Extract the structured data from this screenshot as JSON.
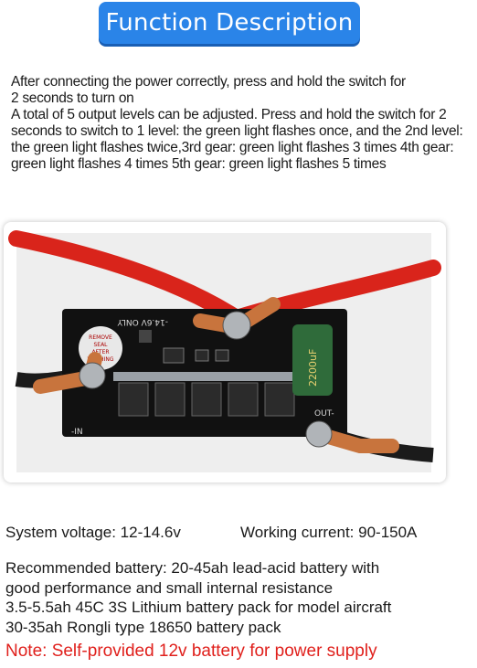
{
  "header": {
    "title": "Function Description"
  },
  "description": {
    "line1": "After connecting the power correctly, press and hold the switch for",
    "line2": "2 seconds to turn on",
    "paragraph2": "A total of 5 output levels can be adjusted. Press and hold the switch for 2 seconds to switch to 1 level: the green light flashes once, and the 2nd level: the green light flashes twice,3rd gear: green light flashes 3 times 4th gear: green light flashes 4 times 5th gear: green light flashes 5 times"
  },
  "photo": {
    "board_label": "-14.6V ONLY",
    "sticker_lines": [
      "REMOVE",
      "SEAL",
      "AFTER",
      "WASHING"
    ],
    "capacitor_label": "2200uF",
    "out_minus_label": "OUT-",
    "in_minus_label": "-IN",
    "colors": {
      "cable": "#d9241b",
      "board": "#111111",
      "lug": "#c8743d",
      "capacitor": "#2f6b3a"
    }
  },
  "specs": {
    "system_voltage": "System voltage: 12-14.6v",
    "working_current": "Working current: 90-150A",
    "recommended_line1": "Recommended battery: 20-45ah lead-acid battery with",
    "recommended_line2": "good performance and small internal resistance",
    "lithium_line": "3.5-5.5ah 45C 3S Lithium battery pack for model aircraft",
    "rongli_line": "30-35ah Rongli type 18650 battery pack"
  },
  "note": {
    "text": "Note: Self-provided 12v battery for power supply",
    "color": "#e0201c"
  }
}
